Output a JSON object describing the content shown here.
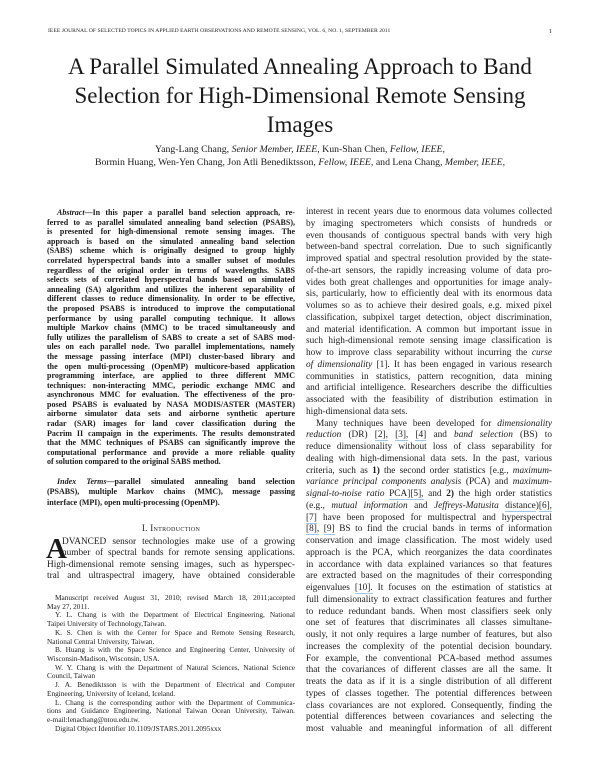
{
  "header": {
    "journal": "IEEE Journal of Selected Topics in Applied Earth Observations and Remote Sensing, Vol. 6, No. 1, September 2011",
    "page": "1"
  },
  "title": {
    "lines": [
      "A Parallel Simulated Annealing Approach to Band",
      "Selection for High-Dimensional Remote Sensing",
      "Images"
    ]
  },
  "authors": {
    "lines": [
      [
        "Yang-Lang Chang, ",
        {
          "i": "Senior Member, IEEE"
        },
        ", Kun-Shan Chen, ",
        {
          "i": "Fellow, IEEE"
        },
        ","
      ],
      [
        "Bormin Huang,  Wen-Yen Chang,  Jon Atli Benediktsson, ",
        {
          "i": "Fellow, IEEE"
        },
        ", and Lena Chang, ",
        {
          "i": "Member, IEEE"
        },
        ","
      ]
    ]
  },
  "abstract": {
    "paragraphs": [
      {
        "lines": [
          [
            {
              "bi": "Abstract"
            },
            "—In this paper a parallel band selection approach, re-"
          ],
          "ferred to as parallel simulated annealing band selection (PSABS),",
          "is presented for high-dimensional remote sensing images. The",
          "approach is based on the simulated annealing band selection",
          "(SABS) scheme which is originally designed to group highly",
          "correlated hyperspectral bands into a smaller subset of modules",
          "regardless of the original order in terms of wavelengths. SABS",
          "selects sets of correlated hyperspectral bands based on simulated",
          "annealing (SA) algorithm and utilizes the inherent separability of",
          "different classes to reduce dimensionality. In order to be effective,",
          "the proposed PSABS is introduced to improve the computational",
          "performance by using parallel computing technique. It allows",
          "multiple Markov chains (MMC) to be traced simultaneously and",
          "fully utilizes the parallelism of SABS to create a set of SABS mod-",
          "ules on each parallel node. Two parallel implementations, namely",
          "the message passing interface (MPI) cluster-based library and",
          "the open multi-processing (OpenMP) multicore-based application",
          "programming interface, are applied to three different MMC",
          "techniques: non-interacting MMC, periodic exchange MMC and",
          "asynchronous MMC for evaluation. The effectiveness of the pro-",
          "posed PSABS is evaluated by NASA MODIS/ASTER (MASTER)",
          "airborne simulator data sets and airborne synthetic aperture",
          "radar (SAR) images for land cover classification during the",
          "Pacrim II campaign in the experiments. The results demonstrated",
          "that the MMC techniques of PSABS can significantly improve the",
          "computational performance and provide a more reliable quality",
          "of solution compared to the original SABS method."
        ]
      }
    ]
  },
  "index_terms": {
    "paragraphs": [
      {
        "lines": [
          [
            {
              "bi": "Index Terms"
            },
            "—parallel simulated annealing band selection"
          ],
          "(PSABS), multiple Markov chains (MMC), message passing",
          "interface (MPI), open multi-processing (OpenMP)."
        ]
      }
    ]
  },
  "introduction": {
    "heading": "I. Introduction",
    "dropcap": "A",
    "paragraphs": [
      {
        "lines": [
          "DVANCED sensor technologies make use of a growing",
          "number of spectral bands for remote sensing applications.",
          "High-dimensional remote sensing images, such as hyperspec-",
          "tral and ultraspectral imagery, have obtained considerable"
        ]
      }
    ]
  },
  "footnotes": {
    "paragraphs": [
      {
        "lines": [
          "Manuscript received August 31, 2010; revised March 18, 2011;accepted",
          "May 27, 2011."
        ]
      },
      {
        "lines": [
          "Y. L. Chang is with the Department of Electrical Engineering, National",
          "Taipei University of Technology,Taiwan."
        ]
      },
      {
        "lines": [
          "K. S. Chen is with the Center for Space and Remote Sensing Research,",
          "National Central University, Taiwan."
        ]
      },
      {
        "lines": [
          "B. Huang is with the Space Science and Engineering Center, University of",
          "Wisconsin-Madison, Wisconsin, USA."
        ]
      },
      {
        "lines": [
          "W. Y. Chang is with the Department of Natural Sciences, National Science",
          "Council, Taiwan"
        ]
      },
      {
        "lines": [
          "J. A. Benediktsson is with the Department of Electrical and Computer",
          "Engineering, University of Iceland, Iceland."
        ]
      },
      {
        "lines": [
          "L. Chang is the corresponding author with the Department of Communica-",
          "tions and Guidance Engineering, National Taiwan Ocean University, Taiwan.",
          "e-mail:lenachang@ntou.edu.tw."
        ]
      },
      {
        "lines": [
          "Digital Object Identifier 10.1109/JSTARS.2011.2095xxx"
        ]
      }
    ]
  },
  "right_column": {
    "paragraphs": [
      {
        "lines": [
          "interest in recent years due to enormous data volumes collected",
          "by imaging spectrometers which consists of hundreds or",
          "even thousands of contiguous spectral bands with very high",
          "between-band spectral correlation. Due to such significantly",
          "improved spatial and spectral resolution provided by the state-",
          "of-the-art sensors, the rapidly increasing volume of data pro-",
          "vides both great challenges and opportunities for image analy-",
          "sis, particularly, how to efficiently deal with its enormous data",
          "volumes so as to achieve their desired goals, e.g. mixed pixel",
          "classification, subpixel target detection, object discrimination,",
          "and material identification. A common but important issue in",
          "such high-dimensional remote sensing image classification is",
          [
            "how to improve class separability without incurring the ",
            {
              "i": "curse"
            }
          ],
          [
            {
              "i": "of dimensionality"
            },
            " [1]. It has been engaged in various research"
          ],
          "communities in statistics, pattern recognition, data mining",
          "and artificial intelligence. Researchers describe the difficulties",
          "associated with the feasibility of distribution estimation in",
          "high-dimensional data sets."
        ]
      },
      {
        "lines": [
          [
            "Many techniques have been developed for ",
            {
              "i": "dimensionality"
            }
          ],
          [
            {
              "i": "reduction"
            },
            " (DR) ",
            {
              "c": "[2],"
            },
            " ",
            {
              "c": "[3],"
            },
            " ",
            {
              "c": "[4]"
            },
            " and ",
            {
              "i": "band selection"
            },
            " (BS) to"
          ],
          "reduce dimensionality without loss of class separability for",
          "dealing with high-dimensional data sets. In the past, various",
          [
            "criteria, such as ",
            {
              "b": "1)"
            },
            " the second order statistics [e.g., ",
            {
              "i": "maximum-"
            }
          ],
          [
            {
              "i": "variance principal components analysis"
            },
            " (PCA) and ",
            {
              "i": "maximum-"
            }
          ],
          [
            {
              "i": "signal-to-noise ratio"
            },
            " ",
            {
              "c": "PCA][5],"
            },
            " and ",
            {
              "b": "2)"
            },
            " the high order statistics"
          ],
          [
            "(e.g., ",
            {
              "i": "mutual information"
            },
            " and ",
            {
              "i": "Jeffreys-Matusita"
            },
            " ",
            {
              "c": "distance"
            },
            ")",
            {
              "c": "[6],"
            }
          ],
          [
            {
              "c": "[7]"
            },
            " have been proposed for multispectral and hyperspectral"
          ],
          [
            {
              "c": "[8],"
            },
            " ",
            {
              "c": "[9]"
            },
            " BS to find the crucial bands in terms of information"
          ],
          "conservation and image classification. The most widely used",
          "approach is the PCA, which reorganizes the data coordinates",
          "in accordance with data explained variances so that features",
          "are extracted based on the magnitudes of their corresponding",
          [
            "eigenvalues ",
            {
              "c": "[10]."
            },
            " It focuses on the estimation of statistics at"
          ],
          "full dimensionality to extract classification features and further",
          "to reduce redundant bands. When most classifiers seek only",
          "one set of features that discriminates all classes simultane-",
          "ously, it not only requires a large number of features, but also",
          "increases the complexity of the potential decision boundary.",
          "For example, the conventional PCA-based method assumes",
          "that the covariances of different classes are all the same. It",
          "treats the data as if it is a single distribution of all different",
          "types of classes together. The potential differences between",
          "class covariances are not explored. Consequently, finding the",
          "potential differences between covariances and selecting the",
          "most valuable and meaningful information of all different"
        ]
      }
    ]
  },
  "colors": {
    "text": "#1a1a1a",
    "citation_link_underline": "#9fc6ea"
  }
}
